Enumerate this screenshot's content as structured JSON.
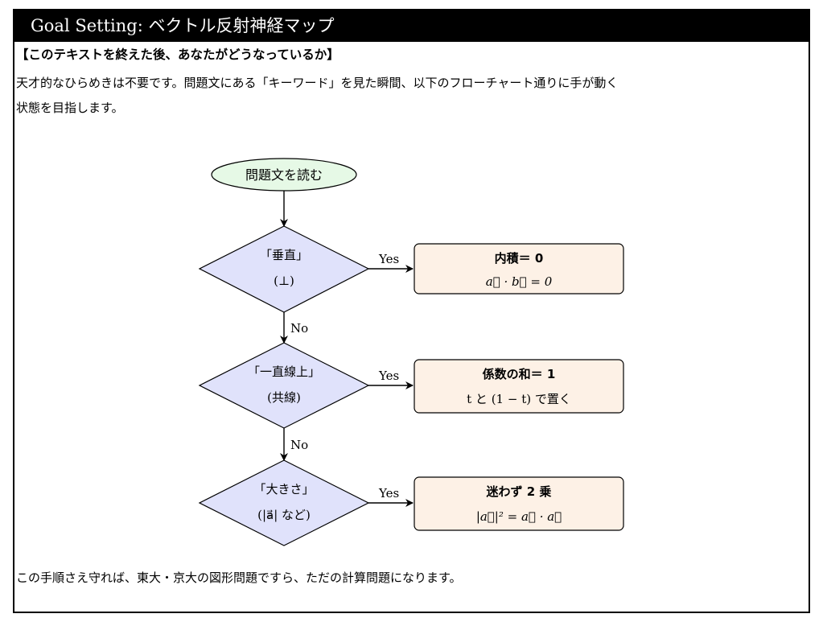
{
  "header": {
    "title": "Goal Setting: ベクトル反射神経マップ"
  },
  "intro": {
    "heading": "【このテキストを終えた後、あなたがどうなっているか】",
    "line1": "天才的なひらめきは不要です。問題文にある「キーワード」を見た瞬間、以下のフローチャート通りに手が動く",
    "line2": "状態を目指します。"
  },
  "flowchart": {
    "start": "問題文を読む",
    "decisions": [
      {
        "label": "「垂直」",
        "sub": "(⊥)"
      },
      {
        "label": "「一直線上」",
        "sub": "(共線)"
      },
      {
        "label": "「大きさ」",
        "sub": "(|a⃗| など)"
      }
    ],
    "yes_label": "Yes",
    "no_label": "No",
    "results": [
      {
        "title": "内積＝ 0",
        "formula": "a⃗ · b⃗ = 0"
      },
      {
        "title": "係数の和＝ 1",
        "formula": "t と (1 − t) で置く"
      },
      {
        "title": "迷わず 2 乗",
        "formula": "|a⃗|² = a⃗ · a⃗"
      }
    ]
  },
  "colors": {
    "start_fill": "#e6f9e6",
    "decision_fill": "#e0e2fb",
    "result_fill": "#fdf1e6",
    "header_bg": "#000000"
  },
  "footer": {
    "text": "この手順さえ守れば、東大・京大の図形問題ですら、ただの計算問題になります。"
  }
}
